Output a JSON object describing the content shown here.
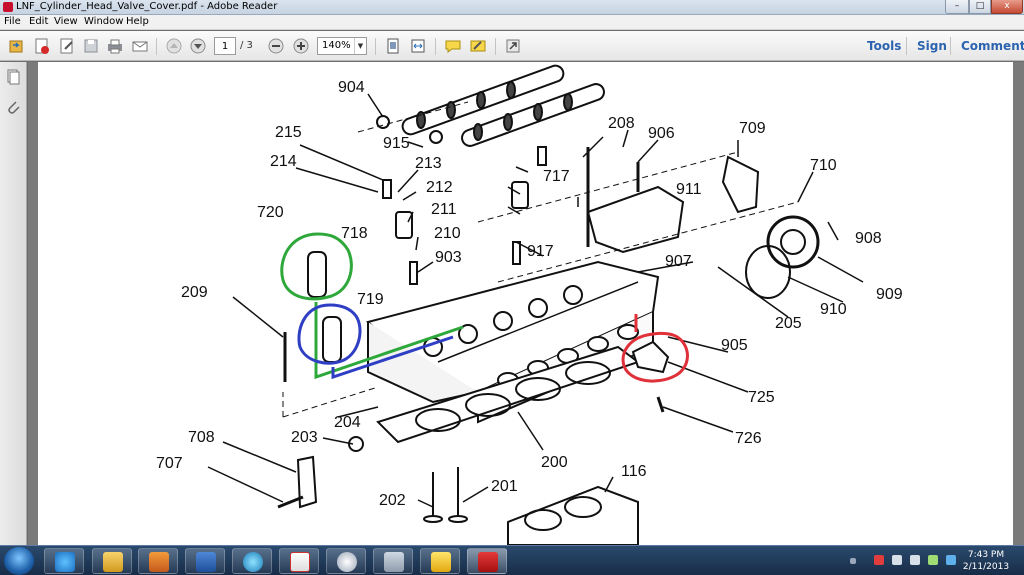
{
  "window": {
    "title": "LNF_Cylinder_Head_Valve_Cover.pdf - Adobe Reader"
  },
  "window_controls": {
    "minimize": "–",
    "maximize": "□",
    "close": "x"
  },
  "menu": [
    "File",
    "Edit",
    "View",
    "Window",
    "Help"
  ],
  "toolbar": {
    "page_current": "1",
    "page_total": "/ 3",
    "zoom": "140%",
    "tools_label": "Tools",
    "sign_label": "Sign",
    "comment_label": "Comment"
  },
  "diagram": {
    "part_labels": [
      "904",
      "215",
      "214",
      "915",
      "213",
      "212",
      "211",
      "210",
      "208",
      "906",
      "709",
      "710",
      "720",
      "718",
      "719",
      "209",
      "903",
      "917",
      "717",
      "907",
      "911",
      "908",
      "909",
      "910",
      "205",
      "905",
      "725",
      "726",
      "204",
      "203",
      "200",
      "708",
      "707",
      "116",
      "202",
      "201"
    ],
    "highlight_colors": {
      "green": "#2ea83a",
      "blue": "#2f3fc4",
      "red": "#e0303a"
    }
  },
  "taskbar": {
    "clock_time": "7:43 PM",
    "clock_date": "2/11/2013"
  }
}
